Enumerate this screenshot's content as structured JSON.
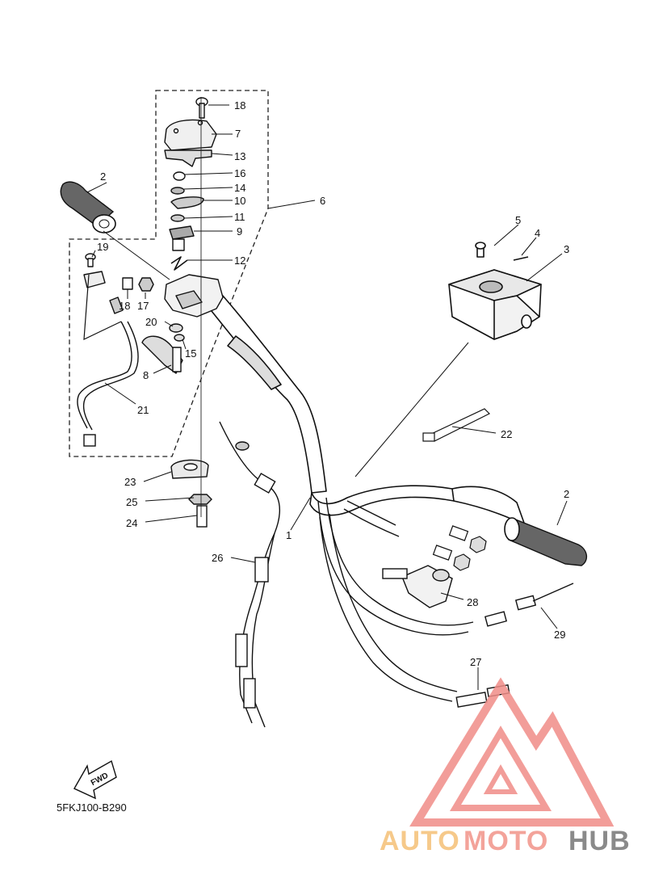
{
  "diagram": {
    "part_code": "5FKJ100-B290",
    "fwd_label": "FWD",
    "callouts": {
      "c1": "1",
      "c2a": "2",
      "c2b": "2",
      "c3": "3",
      "c4": "4",
      "c5": "5",
      "c6": "6",
      "c7": "7",
      "c8": "8",
      "c9": "9",
      "c10": "10",
      "c11": "11",
      "c12": "12",
      "c13": "13",
      "c14": "14",
      "c15": "15",
      "c16": "16",
      "c17": "17",
      "c18a": "18",
      "c18b": "18",
      "c19": "19",
      "c20": "20",
      "c21": "21",
      "c22": "22",
      "c23": "23",
      "c24": "24",
      "c25": "25",
      "c26": "26",
      "c27": "27",
      "c28": "28",
      "c29": "29"
    }
  },
  "watermark": {
    "part1": "AUTO",
    "part2": "MOTO",
    "part3": "HUB",
    "color_auto": "#f6c98a",
    "color_moto": "#f3a39a",
    "color_hub": "#8a8a8a",
    "color_logo": "#f08d88"
  }
}
